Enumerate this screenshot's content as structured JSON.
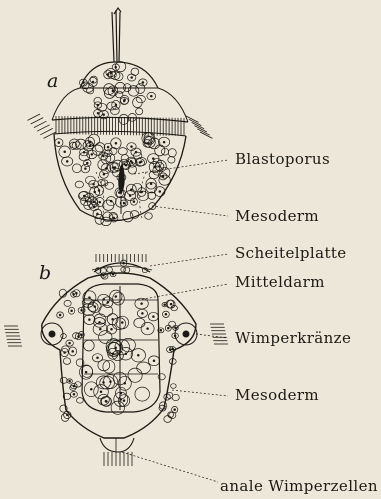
{
  "panels": [
    {
      "id": "a",
      "letter": "a"
    },
    {
      "id": "b",
      "letter": "b"
    }
  ],
  "labels": {
    "blastoporus": "Blastoporus",
    "mesoderm_a": "Mesoderm",
    "scheitelplatte": "Scheitelplatte",
    "mitteldarm": "Mitteldarm",
    "wimperkraenze": "Wimperkränze",
    "mesoderm_b": "Mesoderm",
    "anale_wimperzellen": "anale Wimperzellen"
  },
  "colors": {
    "paper": "#ece7d8",
    "ink": "#1c1a16"
  }
}
